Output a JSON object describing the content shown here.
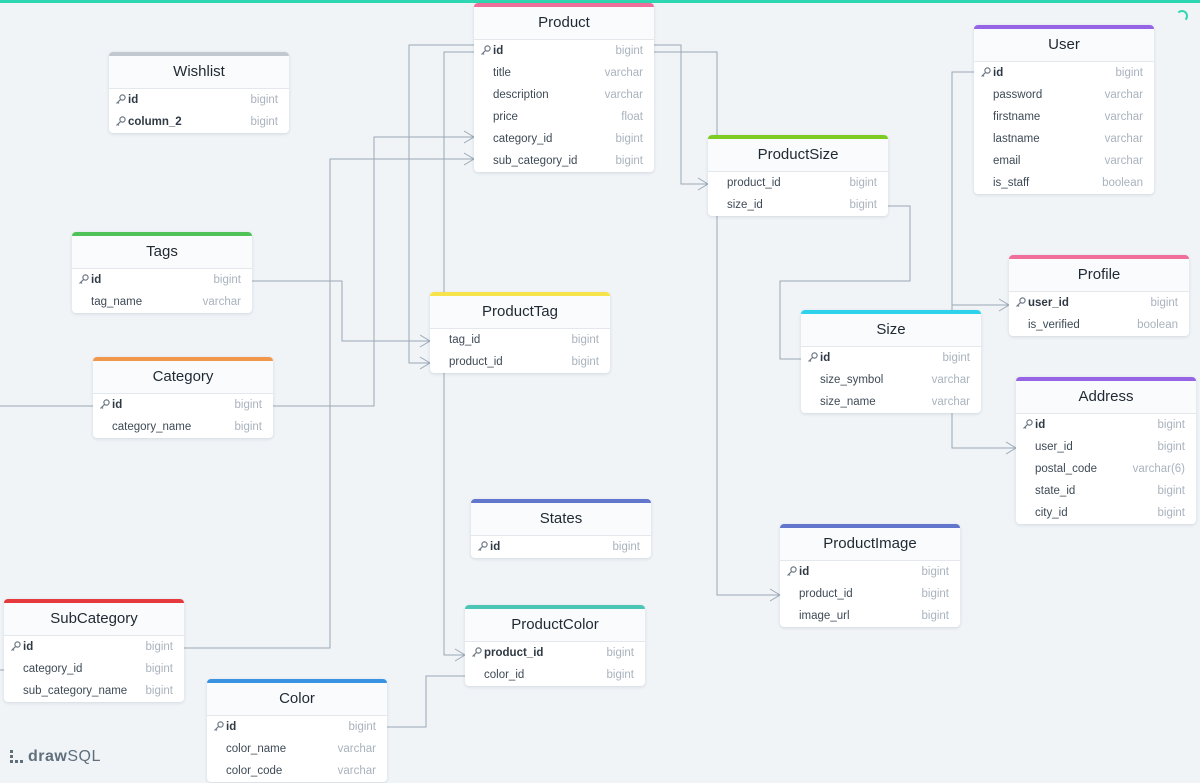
{
  "branding": {
    "logo_prefix": "draw",
    "logo_suffix": "SQL"
  },
  "colors": {
    "accent": "#2fd6b2",
    "pink": "#f06e9a",
    "purple": "#9665e6",
    "green": "#4fc259",
    "lime": "#7ecb24",
    "yellow": "#f7e34b",
    "orange": "#f0974b",
    "cyan": "#2ed2ea",
    "indigo": "#6277cc",
    "teal": "#4bc6b6",
    "red": "#e5393d",
    "blue": "#3a93e0",
    "gray": "#c1c8d0"
  },
  "tables": {
    "product": {
      "name": "Product",
      "columns": [
        {
          "name": "id",
          "type": "bigint"
        },
        {
          "name": "title",
          "type": "varchar"
        },
        {
          "name": "description",
          "type": "varchar"
        },
        {
          "name": "price",
          "type": "float"
        },
        {
          "name": "category_id",
          "type": "bigint"
        },
        {
          "name": "sub_category_id",
          "type": "bigint"
        }
      ]
    },
    "wishlist": {
      "name": "Wishlist",
      "columns": [
        {
          "name": "id",
          "type": "bigint"
        },
        {
          "name": "column_2",
          "type": "bigint"
        }
      ]
    },
    "user": {
      "name": "User",
      "columns": [
        {
          "name": "id",
          "type": "bigint"
        },
        {
          "name": "password",
          "type": "varchar"
        },
        {
          "name": "firstname",
          "type": "varchar"
        },
        {
          "name": "lastname",
          "type": "varchar"
        },
        {
          "name": "email",
          "type": "varchar"
        },
        {
          "name": "is_staff",
          "type": "boolean"
        }
      ]
    },
    "product_size": {
      "name": "ProductSize",
      "columns": [
        {
          "name": "product_id",
          "type": "bigint"
        },
        {
          "name": "size_id",
          "type": "bigint"
        }
      ]
    },
    "tags": {
      "name": "Tags",
      "columns": [
        {
          "name": "id",
          "type": "bigint"
        },
        {
          "name": "tag_name",
          "type": "varchar"
        }
      ]
    },
    "profile": {
      "name": "Profile",
      "columns": [
        {
          "name": "user_id",
          "type": "bigint"
        },
        {
          "name": "is_verified",
          "type": "boolean"
        }
      ]
    },
    "product_tag": {
      "name": "ProductTag",
      "columns": [
        {
          "name": "tag_id",
          "type": "bigint"
        },
        {
          "name": "product_id",
          "type": "bigint"
        }
      ]
    },
    "size": {
      "name": "Size",
      "columns": [
        {
          "name": "id",
          "type": "bigint"
        },
        {
          "name": "size_symbol",
          "type": "varchar"
        },
        {
          "name": "size_name",
          "type": "varchar"
        }
      ]
    },
    "category": {
      "name": "Category",
      "columns": [
        {
          "name": "id",
          "type": "bigint"
        },
        {
          "name": "category_name",
          "type": "bigint"
        }
      ]
    },
    "address": {
      "name": "Address",
      "columns": [
        {
          "name": "id",
          "type": "bigint"
        },
        {
          "name": "user_id",
          "type": "bigint"
        },
        {
          "name": "postal_code",
          "type": "varchar(6)"
        },
        {
          "name": "state_id",
          "type": "bigint"
        },
        {
          "name": "city_id",
          "type": "bigint"
        }
      ]
    },
    "states": {
      "name": "States",
      "columns": [
        {
          "name": "id",
          "type": "bigint"
        }
      ]
    },
    "product_image": {
      "name": "ProductImage",
      "columns": [
        {
          "name": "id",
          "type": "bigint"
        },
        {
          "name": "product_id",
          "type": "bigint"
        },
        {
          "name": "image_url",
          "type": "bigint"
        }
      ]
    },
    "sub_category": {
      "name": "SubCategory",
      "columns": [
        {
          "name": "id",
          "type": "bigint"
        },
        {
          "name": "category_id",
          "type": "bigint"
        },
        {
          "name": "sub_category_name",
          "type": "bigint"
        }
      ]
    },
    "product_color": {
      "name": "ProductColor",
      "columns": [
        {
          "name": "product_id",
          "type": "bigint"
        },
        {
          "name": "color_id",
          "type": "bigint"
        }
      ]
    },
    "color": {
      "name": "Color",
      "columns": [
        {
          "name": "id",
          "type": "bigint"
        },
        {
          "name": "color_name",
          "type": "varchar"
        },
        {
          "name": "color_code",
          "type": "varchar"
        }
      ]
    }
  }
}
